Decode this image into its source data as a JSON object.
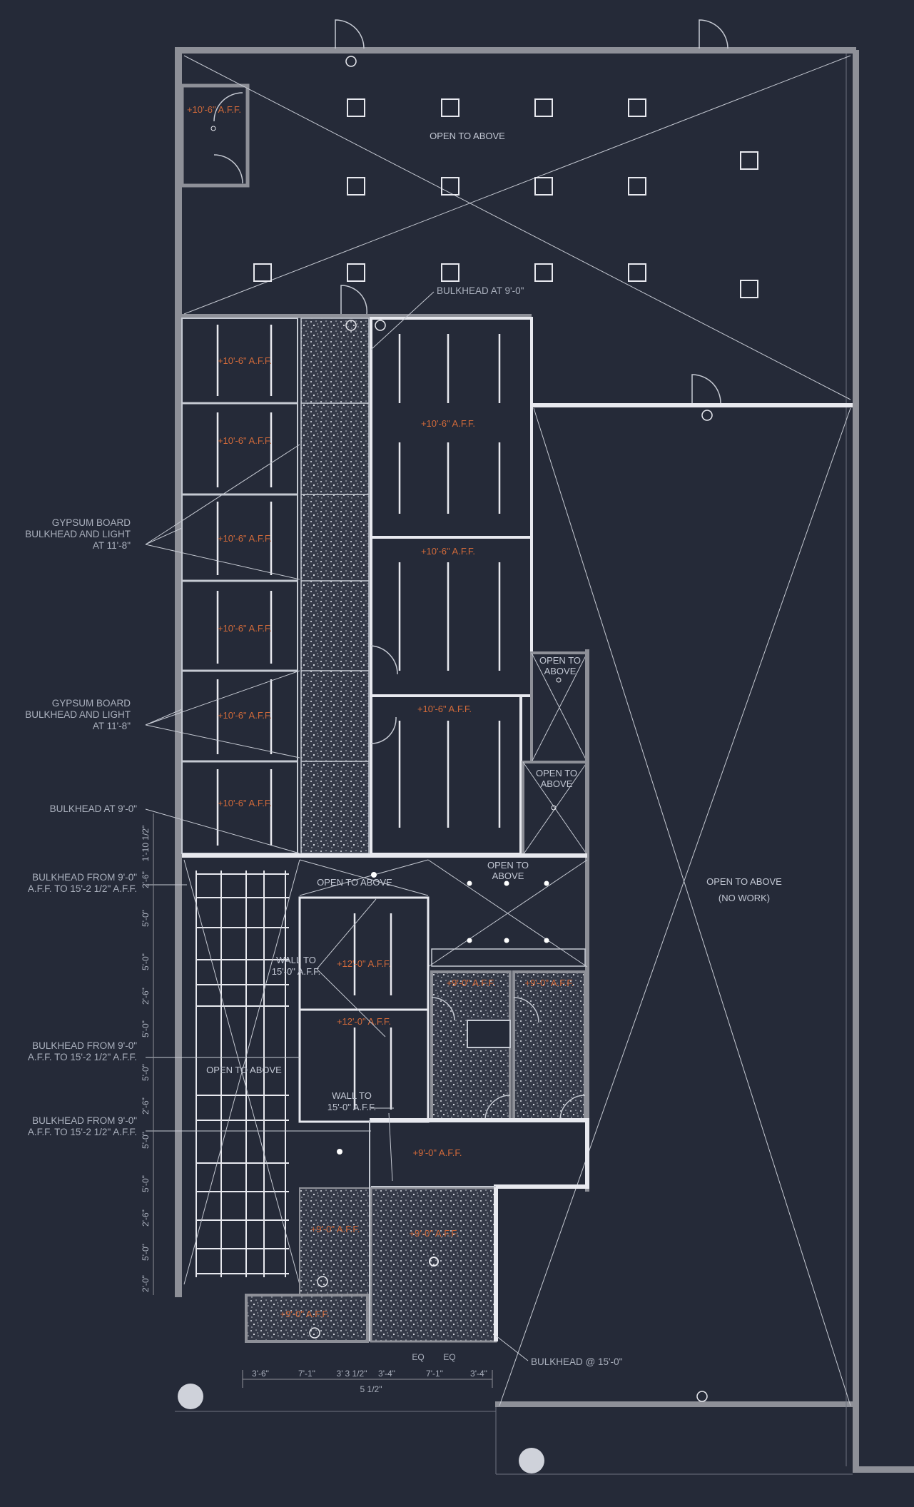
{
  "colors": {
    "background": "#252a38",
    "wall_gray": "#8e9098",
    "wall_white": "#e8e9ef",
    "line": "#c5c9d2",
    "elevation_text": "#d26a3a",
    "label_text": "#aab0bd"
  },
  "labels": {
    "open_to_above_top": "OPEN TO ABOVE",
    "open_to_above_right_1": "OPEN TO ABOVE",
    "open_to_above_right_2": "(NO WORK)",
    "open_small_a_1": "OPEN TO",
    "open_small_a_2": "ABOVE",
    "open_small_b_1": "OPEN TO",
    "open_small_b_2": "ABOVE",
    "open_small_c_1": "OPEN TO",
    "open_small_c_2": "ABOVE",
    "open_stair_top": "OPEN TO ABOVE",
    "open_stair_mid": "OPEN TO ABOVE",
    "wall_to_1_a": "WALL TO",
    "wall_to_1_b": "15'-0\" A.F.F.",
    "wall_to_2_a": "WALL TO",
    "wall_to_2_b": "15'-0\" A.F.F."
  },
  "notes": {
    "bulkhead_9_top": "BULKHEAD AT 9'-0\"",
    "gypsum_1_a": "GYPSUM BOARD",
    "gypsum_1_b": "BULKHEAD AND LIGHT",
    "gypsum_1_c": "AT 11'-8\"",
    "gypsum_2_a": "GYPSUM BOARD",
    "gypsum_2_b": "BULKHEAD AND LIGHT",
    "gypsum_2_c": "AT 11'-8\"",
    "bulkhead_9_left": "BULKHEAD AT 9'-0\"",
    "bulkhead_from_1_a": "BULKHEAD FROM 9'-0\"",
    "bulkhead_from_1_b": "A.F.F. TO 15'-2 1/2\" A.F.F.",
    "bulkhead_from_2_a": "BULKHEAD FROM 9'-0\"",
    "bulkhead_from_2_b": "A.F.F. TO 15'-2 1/2\" A.F.F.",
    "bulkhead_from_3_a": "BULKHEAD FROM 9'-0\"",
    "bulkhead_from_3_b": "A.F.F. TO 15'-2 1/2\" A.F.F.",
    "bulkhead_15": "BULKHEAD @ 15'-0\""
  },
  "elevations": {
    "e_top_room": "+10'-6\" A.F.F.",
    "e_office_1": "+10'-6\" A.F.F.",
    "e_office_2": "+10'-6\" A.F.F.",
    "e_office_3": "+10'-6\" A.F.F.",
    "e_office_4": "+10'-6\" A.F.F.",
    "e_office_5": "+10'-6\" A.F.F.",
    "e_office_6": "+10'-6\" A.F.F.",
    "e_large_1": "+10'-6\" A.F.F.",
    "e_large_2": "+10'-6\" A.F.F.",
    "e_large_3": "+10'-6\" A.F.F.",
    "e_mid_1": "+12'-0\" A.F.F.",
    "e_mid_2": "+12'-0\" A.F.F.",
    "e_corr": "+9'-0\" A.F.F.",
    "e_wc_1": "+9'-0\" A.F.F.",
    "e_wc_2": "+9'-0\" A.F.F.",
    "e_wc_3": "+9'-0\" A.F.F.",
    "e_wc_4": "+9'-0\" A.F.F.",
    "e_wc_5": "+9'-0\" A.F.F."
  },
  "dimensions": {
    "left": [
      "1'-10 1/2\"",
      "2'-6\"",
      "5'-0\"",
      "5'-0\"",
      "2'-6\"",
      "5'-0\"",
      "5'-0\"",
      "2'-6\"",
      "5'-0\"",
      "5'-0\"",
      "2'-6\"",
      "5'-0\"",
      "2'-0\""
    ],
    "bottom": [
      "3'-6\"",
      "7'-1\"",
      "3'",
      "3 1/2\"",
      "3'-4\"",
      "EQ",
      "EQ",
      "7'-1\"",
      "3'-4\""
    ],
    "bottom_sub": "5 1/2\""
  }
}
